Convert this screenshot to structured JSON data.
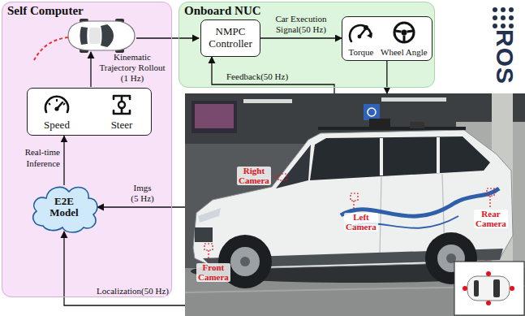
{
  "diagram": {
    "nodes": [
      {
        "text": [
          "Self Computer"
        ]
      },
      {
        "text": [
          "Onboard NUC"
        ]
      },
      {
        "text": [
          "NMPC Controller"
        ],
        "in": 1
      },
      {
        "text": [
          "Torque",
          "Wheel Angle"
        ],
        "in": 1
      },
      {
        "text": [
          "Speed",
          "Steer"
        ],
        "in": 0
      },
      {
        "text": [
          "E2E Model"
        ],
        "in": 0
      },
      {
        "text": [
          "Right Camera",
          "Left Camera",
          "Rear Camera",
          "Front Camera"
        ]
      }
    ],
    "edges": [
      {
        "from": 2,
        "to": 3,
        "arrow": "to",
        "label": "Car Execution Signal(50 Hz)"
      },
      {
        "from": 3,
        "to": 6,
        "arrow": "to"
      },
      {
        "from": 6,
        "to": 2,
        "arrow": "to",
        "label": "Feedback(50 Hz)"
      },
      {
        "from": 6,
        "to": 5,
        "arrow": "to",
        "label": "Imgs (5 Hz)"
      },
      {
        "from": 6,
        "to": 5,
        "arrow": "to",
        "label": "Localization(50 Hz)"
      },
      {
        "from": 5,
        "to": 4,
        "arrow": "to",
        "label": "Real-time Inference"
      }
    ],
    "labels": [
      "Kinematic Trajectory Rollout (1 Hz)",
      "ROS"
    ]
  }
}
